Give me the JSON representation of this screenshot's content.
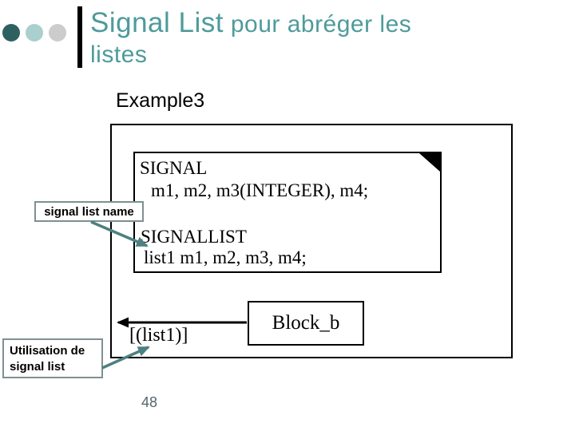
{
  "slide": {
    "title": {
      "emphasis": "Signal List",
      "line1_rest": " pour abréger les",
      "line2": "listes"
    },
    "example_label": "Example3",
    "code_box": {
      "lines": [
        "SIGNAL",
        "m1, m2, m3(INTEGER), m4;",
        "SIGNALLIST",
        "list1 m1, m2, m3, m4;"
      ]
    },
    "callouts": {
      "signal_list_name": "signal list name",
      "usage_line1": "Utilisation de",
      "usage_line2": "signal list"
    },
    "usage_expression": "[(list1)]",
    "block_label": "Block_b",
    "page_number": "48",
    "colors": {
      "title_teal": "#4E9B9B",
      "bullet_dark": "#2F6060",
      "bullet_light": "#A9CFCF",
      "bullet_gray": "#CCCCCC",
      "arrow_teal": "#4E8080",
      "callout_border": "#7E9090",
      "page_number_color": "#51666E"
    }
  }
}
